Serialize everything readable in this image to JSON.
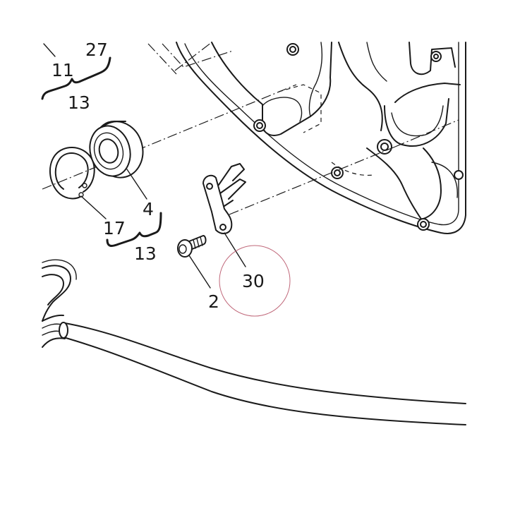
{
  "callouts": {
    "c11": "11",
    "c27": "27",
    "c13a": "13",
    "c4": "4",
    "c17": "17",
    "c13b": "13",
    "c2": "2",
    "c30": "30"
  },
  "colors": {
    "line": "#1a1a1a",
    "highlight_circle": "#c0687a",
    "background": "#ffffff"
  }
}
